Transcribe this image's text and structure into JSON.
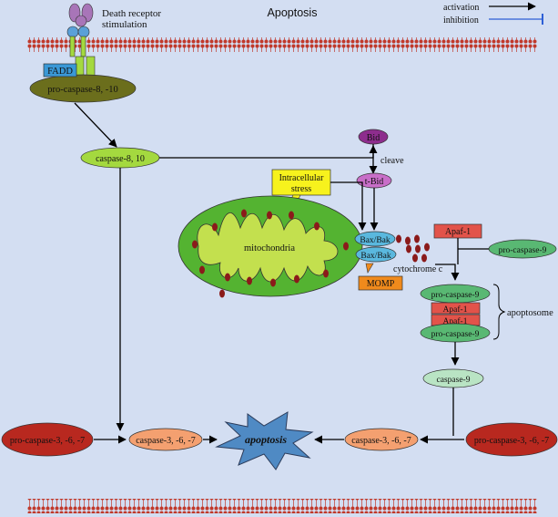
{
  "title": "Apoptosis",
  "legend": {
    "activation": "activation",
    "inhibition": "inhibition"
  },
  "receptor": {
    "line1": "Death receptor",
    "line2": "stimulation",
    "fadd": "FADD",
    "procasp8": "pro-caspase-8, -10"
  },
  "caspase8": "caspase-8, 10",
  "bid": {
    "bid": "Bid",
    "cleave": "cleave",
    "tbid": "t-Bid"
  },
  "stress": {
    "line1": "Intracellular",
    "line2": "stress"
  },
  "mito": {
    "label": "mitochondria",
    "bax1": "Bax/Bak",
    "bax2": "Bax/Bak",
    "momp": "MOMP",
    "cytc": "cytochrome c"
  },
  "apaf1_top": "Apaf-1",
  "procasp9_side": "pro-caspase-9",
  "apoptosome": {
    "procasp9_top": "pro-caspase-9",
    "apaf1_a": "Apaf-1",
    "apaf1_b": "Apaf-1",
    "procasp9_bottom": "pro-caspase-9",
    "label": "apoptosome"
  },
  "caspase9": "caspase-9",
  "left": {
    "procasp3": "pro-caspase-3, -6, -7",
    "casp3": "caspase-3, -6, -7"
  },
  "right": {
    "procasp3": "pro-caspase-3, -6, -7",
    "casp3": "caspase-3, -6, -7"
  },
  "apoptosis_star": "apoptosis",
  "colors": {
    "background": "#d3def2",
    "membrane": "#c0392b",
    "mito_outer": "#54b331",
    "mito_inner": "#c3e04e",
    "caspase_green": "#a4d93f",
    "pro_caspase_olive": "#6b6e1c",
    "fadd_blue": "#3a98d6",
    "receptor_purple": "#a875b8",
    "receptor_blue": "#5aa0d8",
    "bid_purple": "#8d2d8d",
    "tbid": "#c86ec8",
    "stress_yellow": "#f7f21d",
    "baxbak": "#5ab8de",
    "momp_orange": "#f08a1c",
    "apaf1_red": "#e2534a",
    "procasp9_green": "#59b873",
    "caspase9_green": "#b9e4c4",
    "procasp3_red": "#b8281f",
    "caspase3_salmon": "#f4a070",
    "star_blue": "#4f8ac4",
    "cytc_maroon": "#8b1a1a",
    "inhibition_blue": "#2d5fd6"
  }
}
